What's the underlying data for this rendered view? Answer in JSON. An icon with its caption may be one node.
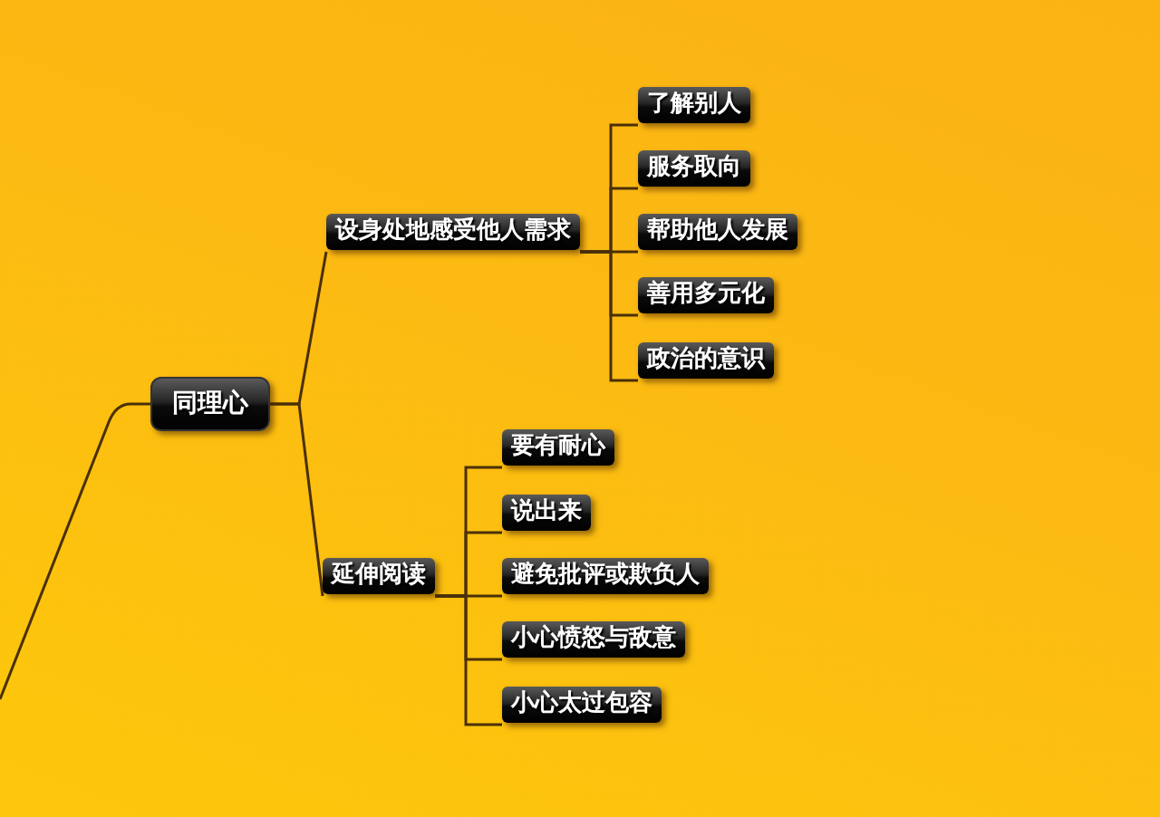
{
  "diagram": {
    "nodes": [
      {
        "text": [
          "同理心"
        ]
      },
      {
        "text": [
          "设身处地感受他人需求"
        ]
      },
      {
        "text": [
          "了解别人"
        ]
      },
      {
        "text": [
          "服务取向"
        ]
      },
      {
        "text": [
          "帮助他人发展"
        ]
      },
      {
        "text": [
          "善用多元化"
        ]
      },
      {
        "text": [
          "政治的意识"
        ]
      },
      {
        "text": [
          "延伸阅读"
        ]
      },
      {
        "text": [
          "要有耐心"
        ]
      },
      {
        "text": [
          "说出来"
        ]
      },
      {
        "text": [
          "避免批评或欺负人"
        ]
      },
      {
        "text": [
          "小心愤怒与敌意"
        ]
      },
      {
        "text": [
          "小心太过包容"
        ]
      }
    ],
    "edges": [
      {
        "from": null,
        "to": 0,
        "arrow": "none"
      },
      {
        "from": 0,
        "to": 1,
        "arrow": "none"
      },
      {
        "from": 0,
        "to": 7,
        "arrow": "none"
      },
      {
        "from": 1,
        "to": 2,
        "arrow": "none"
      },
      {
        "from": 1,
        "to": 3,
        "arrow": "none"
      },
      {
        "from": 1,
        "to": 4,
        "arrow": "none"
      },
      {
        "from": 1,
        "to": 5,
        "arrow": "none"
      },
      {
        "from": 1,
        "to": 6,
        "arrow": "none"
      },
      {
        "from": 7,
        "to": 8,
        "arrow": "none"
      },
      {
        "from": 7,
        "to": 9,
        "arrow": "none"
      },
      {
        "from": 7,
        "to": 10,
        "arrow": "none"
      },
      {
        "from": 7,
        "to": 11,
        "arrow": "none"
      },
      {
        "from": 7,
        "to": 12,
        "arrow": "none"
      }
    ]
  }
}
